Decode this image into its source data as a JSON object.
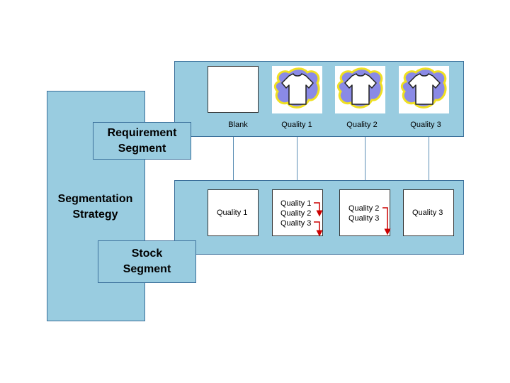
{
  "strategy": {
    "label": "Segmentation\nStrategy"
  },
  "requirement_segment": {
    "label": "Requirement\nSegment",
    "items": [
      {
        "label": "Blank",
        "image": "blank-box"
      },
      {
        "label": "Quality 1",
        "image": "t-shirt-icon"
      },
      {
        "label": "Quality 2",
        "image": "t-shirt-icon"
      },
      {
        "label": "Quality 3",
        "image": "t-shirt-icon"
      }
    ]
  },
  "stock_segment": {
    "label": "Stock\nSegment",
    "boxes": [
      {
        "lines": [
          "Quality 1"
        ]
      },
      {
        "lines": [
          "Quality 1",
          "Quality 2",
          "Quality 3"
        ]
      },
      {
        "lines": [
          "Quality 2",
          "Quality 3"
        ]
      },
      {
        "lines": [
          "Quality 3"
        ]
      }
    ]
  },
  "colors": {
    "panel_fill": "#99cce0",
    "panel_border": "#3a6f9a",
    "arrow": "#cc0000",
    "shirt_halo": "#8a8ae6",
    "shirt_outline": "#f0e020"
  }
}
